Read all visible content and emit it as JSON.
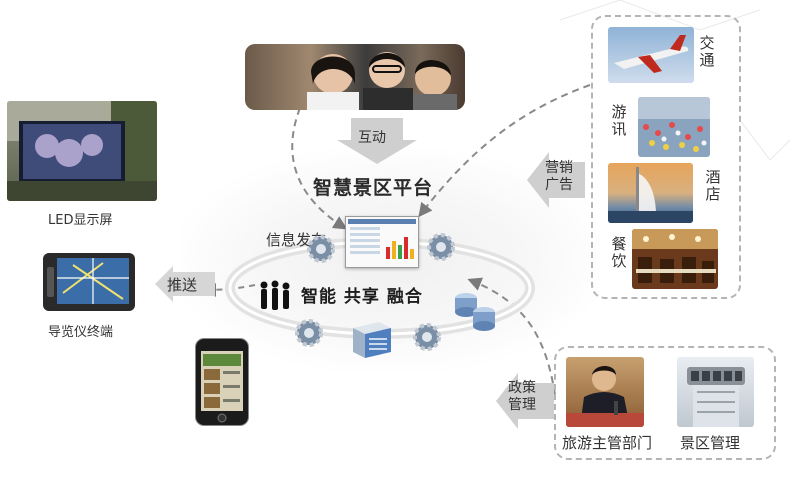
{
  "platform": {
    "title": "智慧景区平台",
    "core_label": "智能 共享 融合",
    "interaction_label": "互动",
    "info_release_label": "信息发布",
    "push_label": "推送"
  },
  "services": {
    "marketing_label_line1": "营销",
    "marketing_label_line2": "广告",
    "transport": [
      "交",
      "通"
    ],
    "tour_info": [
      "游",
      "讯"
    ],
    "hotel": [
      "酒",
      "店"
    ],
    "dining": [
      "餐",
      "饮"
    ]
  },
  "management": {
    "policy_label_line1": "政策",
    "policy_label_line2": "管理",
    "tourism_dept": "旅游主管部门",
    "scenic_mgmt": "景区管理"
  },
  "terminals": {
    "led_screen": "LED显示屏",
    "navigator": "导览仪终端"
  },
  "colors": {
    "dash": "#8a8a8a",
    "arrow_gray": "#c8c8c8",
    "box_border": "#b4b4b4"
  }
}
